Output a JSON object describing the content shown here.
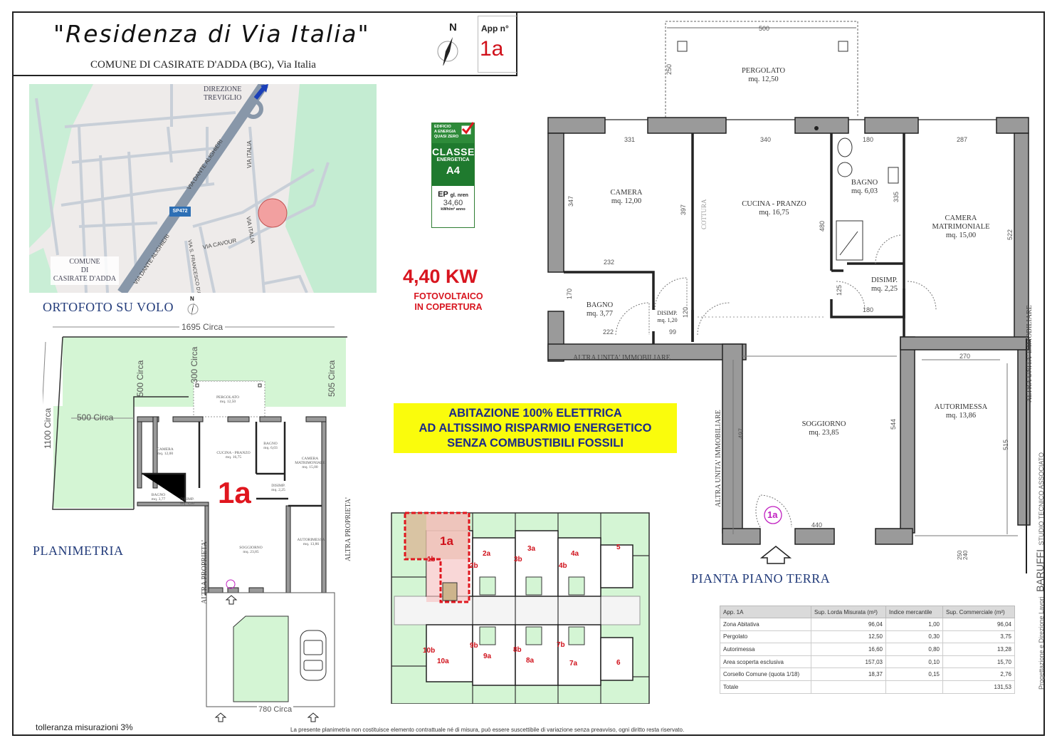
{
  "header": {
    "title": "\"Residenza di Via Italia\"",
    "subtitle": "COMUNE DI CASIRATE D'ADDA (BG), Via Italia",
    "compass_label": "N",
    "app_label": "App n°",
    "app_number": "1a"
  },
  "map": {
    "direction_label_line1": "DIREZIONE",
    "direction_label_line2": "TREVIGLIO",
    "road_badge": "SP472",
    "roads": [
      "VIA DANTE ALIGHIERI",
      "VIA DANTE ALIGHIERI",
      "VIA ITALIA",
      "VIA ITALIA",
      "VIA CAVOUR",
      "VIA S. FRANCESCO D'AS"
    ],
    "comune_line1": "COMUNE",
    "comune_line2": "DI",
    "comune_line3": "CASIRATE D'ADDA",
    "caption": "ORTOFOTO SU VOLO",
    "compass_label": "N",
    "marker_color": "#f2a0a0"
  },
  "energy_label": {
    "top_line1": "EDIFICIO",
    "top_line2": "A ENERGIA",
    "top_line3": "QUASI ZERO",
    "classe": "CLASSE",
    "energetica": "ENERGETICA",
    "class_value": "A4",
    "ep_label": "EP",
    "ep_sub": "gl. nren",
    "ep_value": "34,60",
    "ep_unit": "kWh/m² anno",
    "color": "#2e8b3a"
  },
  "photovoltaic": {
    "power": "4,40 KW",
    "line1": "FOTOVOLTAICO",
    "line2": "IN COPERTURA"
  },
  "banner": {
    "line1": "ABITAZIONE 100% ELETTRICA",
    "line2": "AD ALTISSIMO RISPARMIO ENERGETICO",
    "line3": "SENZA COMBUSTIBILI FOSSILI",
    "bg_color": "#fafc0c",
    "text_color": "#1b2a8a"
  },
  "planimetria": {
    "caption": "PLANIMETRIA",
    "dim_width": "1695 Circa",
    "dim_height": "1100 Circa",
    "dim_left": "500 Circa",
    "dim_top_left": "500 Circa",
    "dim_top_mid": "300 Circa",
    "dim_top_right": "505 Circa",
    "dim_bottom": "780 Circa",
    "unit_label": "1a",
    "left_neighbor": "ALTRA PROPRIETA'",
    "right_neighbor": "ALTRA PROPRIETA'",
    "rooms": [
      {
        "name": "PERGOLATO",
        "area": "mq. 12,50"
      },
      {
        "name": "CAMERA",
        "area": "mq. 12,00"
      },
      {
        "name": "CUCINA - PRANZO",
        "area": "mq. 16,75"
      },
      {
        "name": "BAGNO",
        "area": "mq. 6,03"
      },
      {
        "name": "CAMERA MATRIMONIALE",
        "area": "mq. 15,00"
      },
      {
        "name": "BAGNO",
        "area": "mq. 3,77"
      },
      {
        "name": "DISIMP.",
        "area": "mq. 1,20"
      },
      {
        "name": "DISIMP.",
        "area": "mq. 2,25"
      },
      {
        "name": "SOGGIORNO",
        "area": "mq. 23,85"
      },
      {
        "name": "AUTORIMESSA",
        "area": "mq. 13,86"
      }
    ]
  },
  "site_plan": {
    "highlight_unit": "1a",
    "units": [
      "1a",
      "1b",
      "2a",
      "2b",
      "3a",
      "3b",
      "4a",
      "4b",
      "5",
      "6",
      "7a",
      "7b",
      "8a",
      "8b",
      "9a",
      "9b",
      "10a",
      "10b"
    ]
  },
  "floor_plan": {
    "caption": "PIANTA PIANO TERRA",
    "entrance_badge": "1a",
    "neighbor_bottom": "ALTRA UNITA' IMMOBILIARE",
    "neighbor_left": "ALTRA UNITA' IMMOBILIARE",
    "neighbor_right": "ALTRA UNITA' IMMOBILIARE",
    "pergolato": {
      "name": "PERGOLATO",
      "area": "mq. 12,50",
      "width": "500",
      "depth": "250"
    },
    "rooms": {
      "camera": {
        "name": "CAMERA",
        "area": "mq. 12,00"
      },
      "cucina": {
        "name": "CUCINA - PRANZO",
        "area": "mq. 16,75"
      },
      "cottura": "COTTURA",
      "bagno1": {
        "name": "BAGNO",
        "area": "mq. 6,03"
      },
      "matrimoniale_l1": "CAMERA",
      "matrimoniale_l2": "MATRIMONIALE",
      "matrimoniale_area": "mq. 15,00",
      "bagno2": {
        "name": "BAGNO",
        "area": "mq. 3,77"
      },
      "disimp1": {
        "name": "DISIMP.",
        "area": "mq. 1,20"
      },
      "disimp2": {
        "name": "DISIMP.",
        "area": "mq. 2,25"
      },
      "soggiorno": {
        "name": "SOGGIORNO",
        "area": "mq. 23,85"
      },
      "autorimessa": {
        "name": "AUTORIMESSA",
        "area": "mq. 13,86"
      }
    },
    "dims": {
      "d331": "331",
      "d340": "340",
      "d180a": "180",
      "d287": "287",
      "d347": "347",
      "d397": "397",
      "d480": "480",
      "d335": "335",
      "d522": "522",
      "d232": "232",
      "d170": "170",
      "d222": "222",
      "d99": "99",
      "d120": "120",
      "d125": "125",
      "d180b": "180",
      "d270": "270",
      "d497": "497",
      "d544": "544",
      "d515": "515",
      "d440": "440",
      "d250": "250",
      "d240": "240"
    }
  },
  "table": {
    "headers": [
      "App. 1A",
      "Sup. Lorda Misurata (m²)",
      "Indice mercantile",
      "Sup. Commerciale (m²)"
    ],
    "rows": [
      [
        "Zona Abitativa",
        "96,04",
        "1,00",
        "96,04"
      ],
      [
        "Pergolato",
        "12,50",
        "0,30",
        "3,75"
      ],
      [
        "Autorimessa",
        "16,60",
        "0,80",
        "13,28"
      ],
      [
        "Area scoperta esclusiva",
        "157,03",
        "0,10",
        "15,70"
      ],
      [
        "Corsello Comune (quota 1/18)",
        "18,37",
        "0,15",
        "2,76"
      ],
      [
        "Totale",
        "",
        "",
        "131,53"
      ]
    ]
  },
  "footer": {
    "tolerance": "tolleranza misurazioni 3%",
    "disclaimer": "La presente planimetria non costituisce elemento contrattuale né di misura, può essere suscettibile di variazione senza preavviso, ogni diritto resta riservato.",
    "studio_prefix": "Progettazione e Direzione Lavori",
    "studio_name": "BARUFFI",
    "studio_suffix": "STUDIO TECNICO ASSOCIATO"
  }
}
